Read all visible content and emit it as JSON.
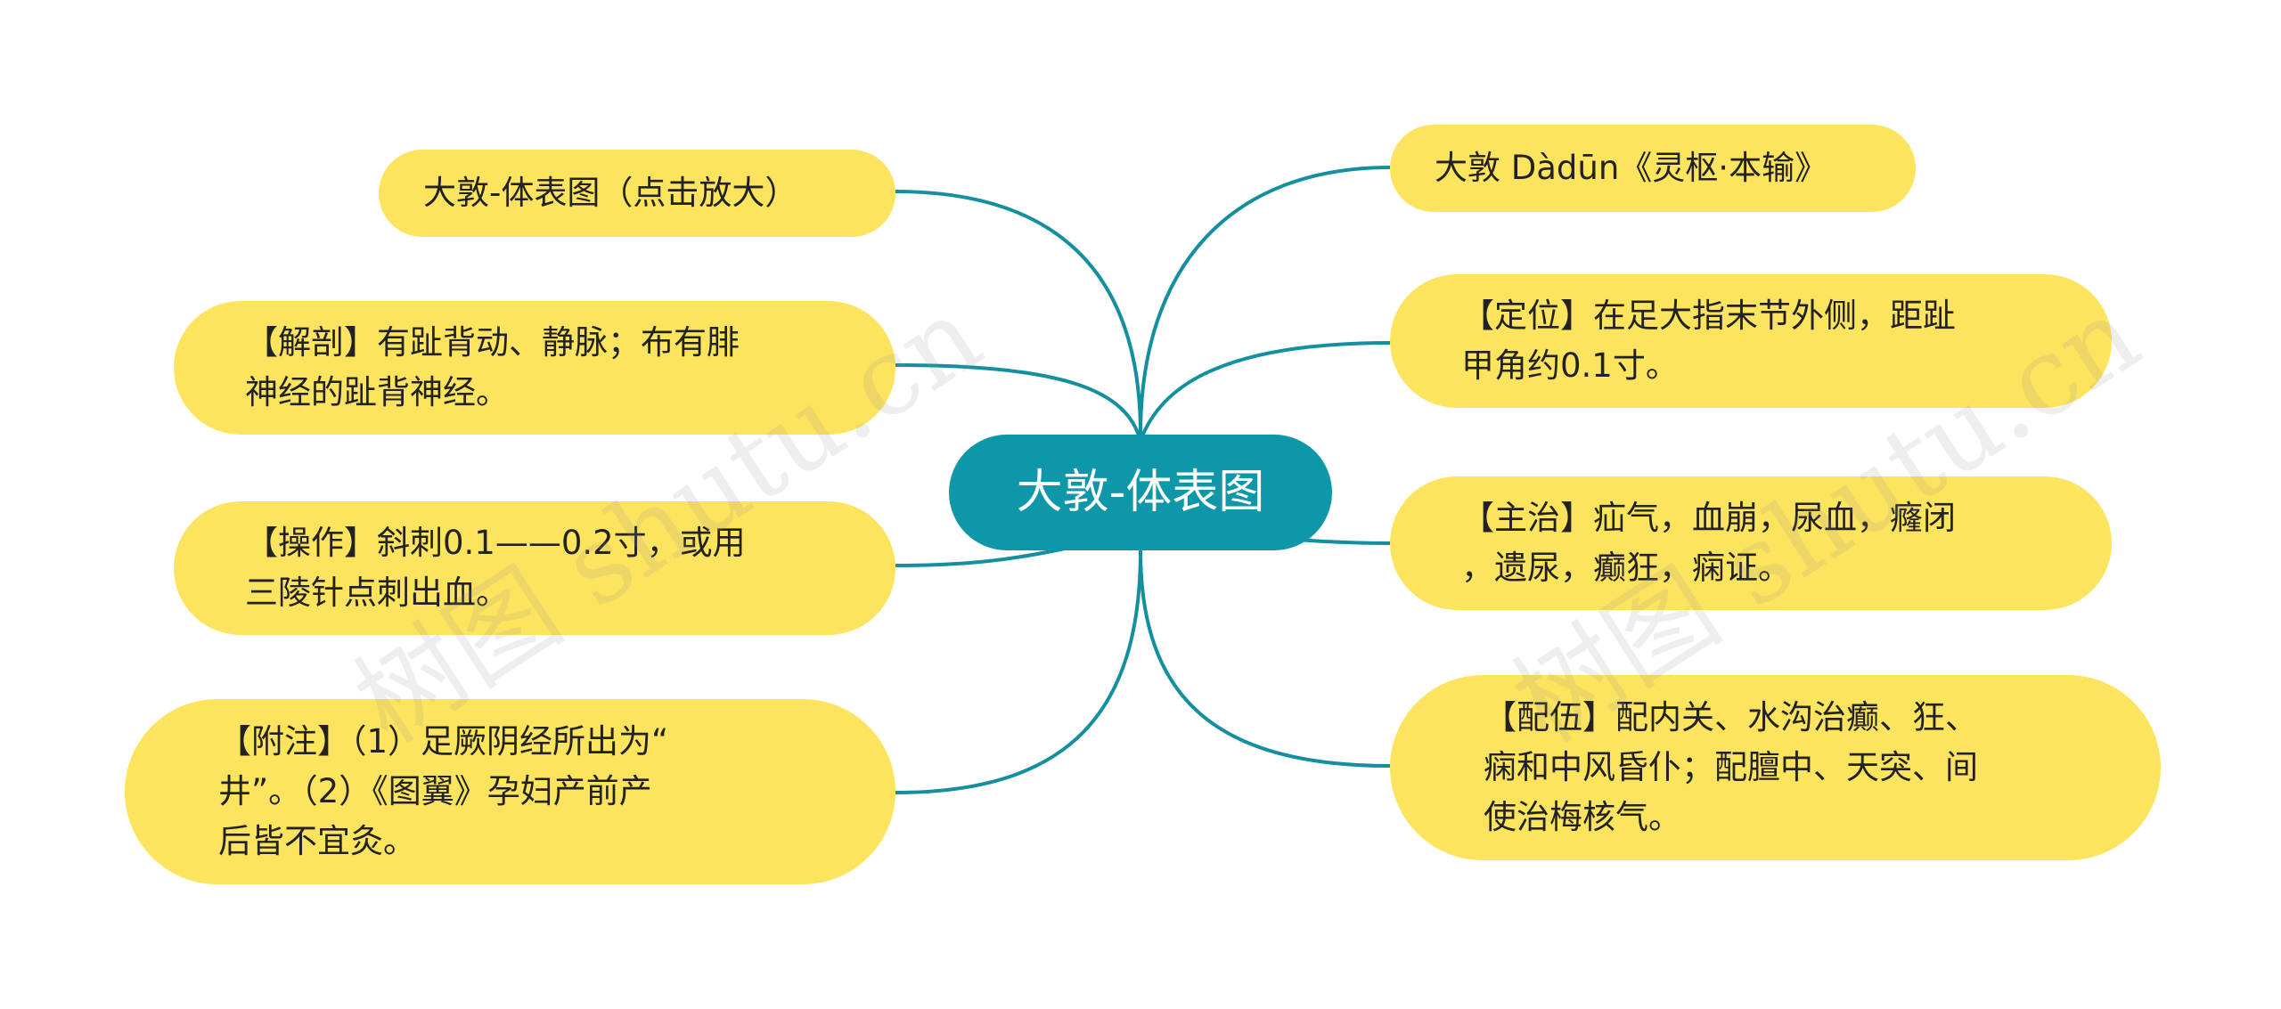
{
  "colors": {
    "root_fill": "#0E97A8",
    "node_fill": "#FDE45E",
    "link": "#148F9F",
    "root_text": "#FFFFFF",
    "node_text": "#222222"
  },
  "diagram": {
    "root": {
      "label": "大敦-体表图"
    },
    "left": [
      {
        "id": "image-link",
        "label": "大敦-体表图（点击放大）"
      },
      {
        "id": "anatomy",
        "label": "【解剖】有趾背动、静脉；布有腓\n神经的趾背神经。"
      },
      {
        "id": "operation",
        "label": "【操作】斜刺0.1——0.2寸，或用\n三陵针点刺出血。"
      },
      {
        "id": "notes",
        "label": "【附注】（1）足厥阴经所出为“\n井”。（2）《图翼》孕妇产前产\n后皆不宜灸。"
      }
    ],
    "right": [
      {
        "id": "name",
        "label": "大敦 Dàdūn《灵枢·本输》"
      },
      {
        "id": "location",
        "label": "【定位】在足大指末节外侧，距趾\n甲角约0.1寸。"
      },
      {
        "id": "indications",
        "label": "【主治】疝气，血崩，尿血，癃闭\n，遗尿，癫狂，痫证。"
      },
      {
        "id": "combination",
        "label": "【配伍】配内关、水沟治癫、狂、\n痫和中风昏仆；配膻中、天突、间\n使治梅核气。"
      }
    ]
  },
  "watermarks": [
    "树图 shutu.cn",
    "树图 shutu.cn"
  ]
}
